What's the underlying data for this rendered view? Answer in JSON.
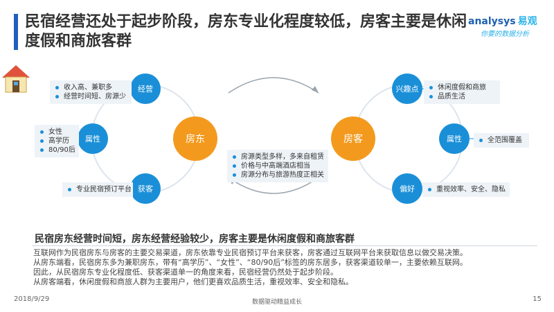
{
  "title": "民宿经营还处于起步阶段，房东专业化程度较低，房客主要是休闲度假和商旅客群",
  "brand": {
    "logo": "analysys",
    "logo_cn": "易观",
    "tagline": "你要的数据分析"
  },
  "diagram": {
    "host": {
      "label": "房东",
      "nodes": [
        {
          "label": "经营",
          "items": [
            "收入高、兼职多",
            "经营时间短、房源少"
          ]
        },
        {
          "label": "属性",
          "items": [
            "女性",
            "高学历",
            "80/90后"
          ]
        },
        {
          "label": "获客",
          "items": [
            "专业民宿预订平台"
          ]
        }
      ]
    },
    "guest": {
      "label": "房客",
      "nodes": [
        {
          "label": "兴趣点",
          "items": [
            "休闲度假和商旅",
            "品质生活"
          ]
        },
        {
          "label": "属性",
          "items": [
            "全范围覆盖"
          ]
        },
        {
          "label": "偏好",
          "items": [
            "重视效率、安全、隐私"
          ]
        }
      ]
    },
    "center_items": [
      "房源类型多样，多来自租赁",
      "价格与中高端酒店相当",
      "房源分布与旅游热度正相关"
    ],
    "icons": {
      "house": "house-icon"
    }
  },
  "summary": {
    "heading": "民宿房东经营时间短，房东经营经验较少，房客主要是休闲度假和商旅客群",
    "lines": [
      "互联网作为民宿房东与房客的主要交易渠道，房东依靠专业民宿预订平台来获客，房客通过互联网平台来获取信息以做交易决策。",
      "从房东端看，民宿房东多为兼职房东，带有“高学历”、“女性”、“80/90后”标签的房东居多，获客渠道较单一，主要依赖互联网。",
      "因此，从民宿房东专业化程度低、获客渠道单一的角度来看，民宿经营仍然处于起步阶段。",
      "从房客端看，休闲度假和商旅人群为主要用户，他们更喜欢品质生活，重视效率、安全和隐私。"
    ]
  },
  "footer": {
    "date": "2018/9/29",
    "center": "数据驱动精益成长",
    "page": "15"
  },
  "colors": {
    "node_blue": "#1a8fd8",
    "center_orange": "#f39a1e",
    "title_accent": "#1f5fbf"
  }
}
